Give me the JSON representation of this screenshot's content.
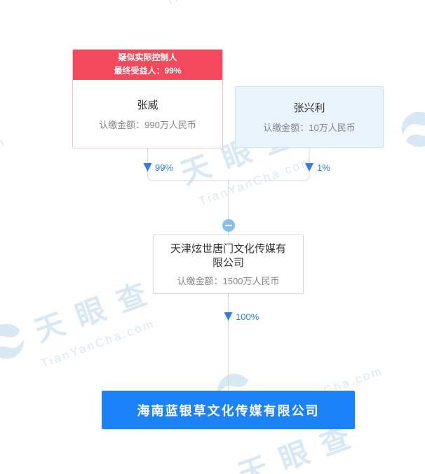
{
  "watermark": {
    "brand_cn": "天眼查",
    "brand_en": "TianYanCha.com"
  },
  "equity_tree": {
    "shareholders": [
      {
        "badge": {
          "line1": "疑似实际控制人",
          "line2": "最终受益人：99%"
        },
        "name": "张威",
        "amount_label": "认缴金额：990万人民币",
        "share_percent": "99%"
      },
      {
        "name": "张兴利",
        "amount_label": "认缴金额：10万人民币",
        "share_percent": "1%"
      }
    ],
    "holding_company": {
      "name": "天津炫世唐门文化传媒有限公司",
      "amount_label": "认缴金额：1500万人民币",
      "share_percent": "100%"
    },
    "target_company": {
      "name": "海南蓝银草文化传媒有限公司"
    }
  },
  "colors": {
    "badge_red": "#f4495c",
    "link_blue": "#2b7cf6",
    "target_blue": "#1b82f8",
    "shareholder2_bg": "#e9f4fc",
    "line_gray": "#d9d9d9",
    "watermark_blue": "#cfe4f3"
  }
}
